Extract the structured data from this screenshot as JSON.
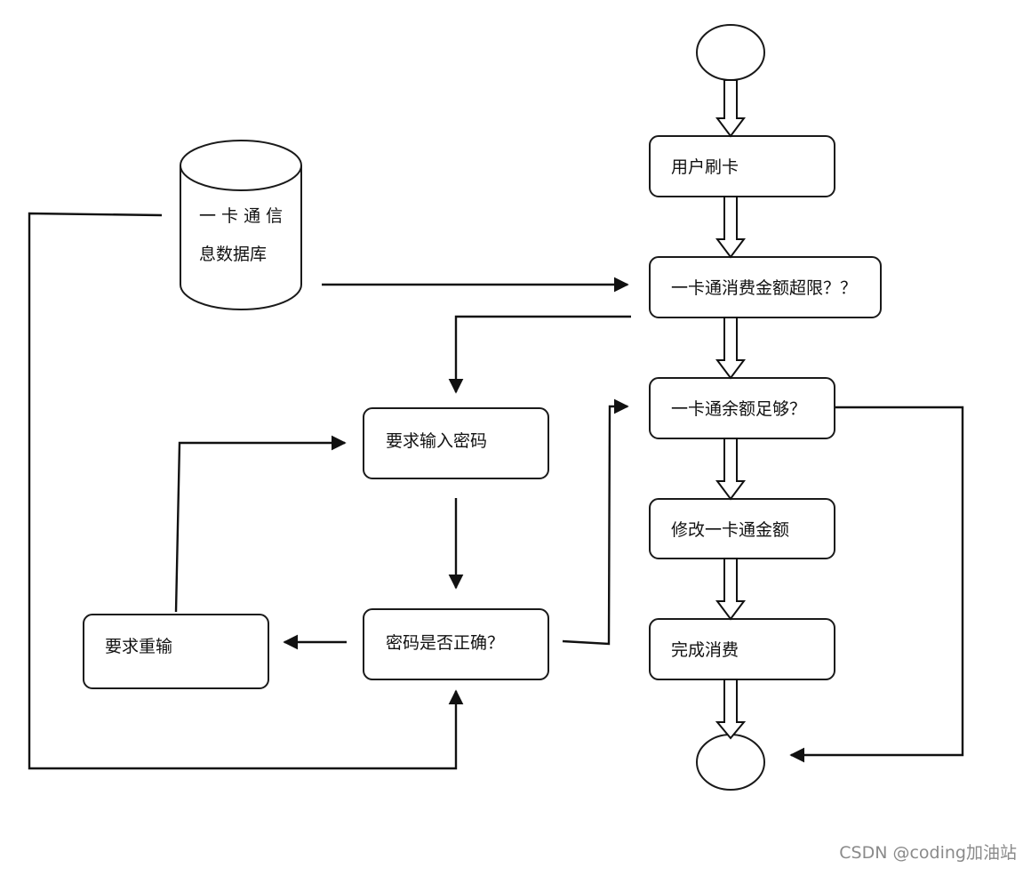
{
  "nodes": {
    "swipe": "用户刷卡",
    "limit_check": "一卡通消费金额超限？？",
    "balance_check": "一卡通余额足够？",
    "modify_amount": "修改一卡通金额",
    "complete": "完成消费",
    "request_password": "要求输入密码",
    "password_check": "密码是否正确？",
    "retry": "要求重输",
    "database_line1": "一 卡 通 信",
    "database_line2": "息数据库"
  },
  "watermark": "CSDN @coding加油站"
}
